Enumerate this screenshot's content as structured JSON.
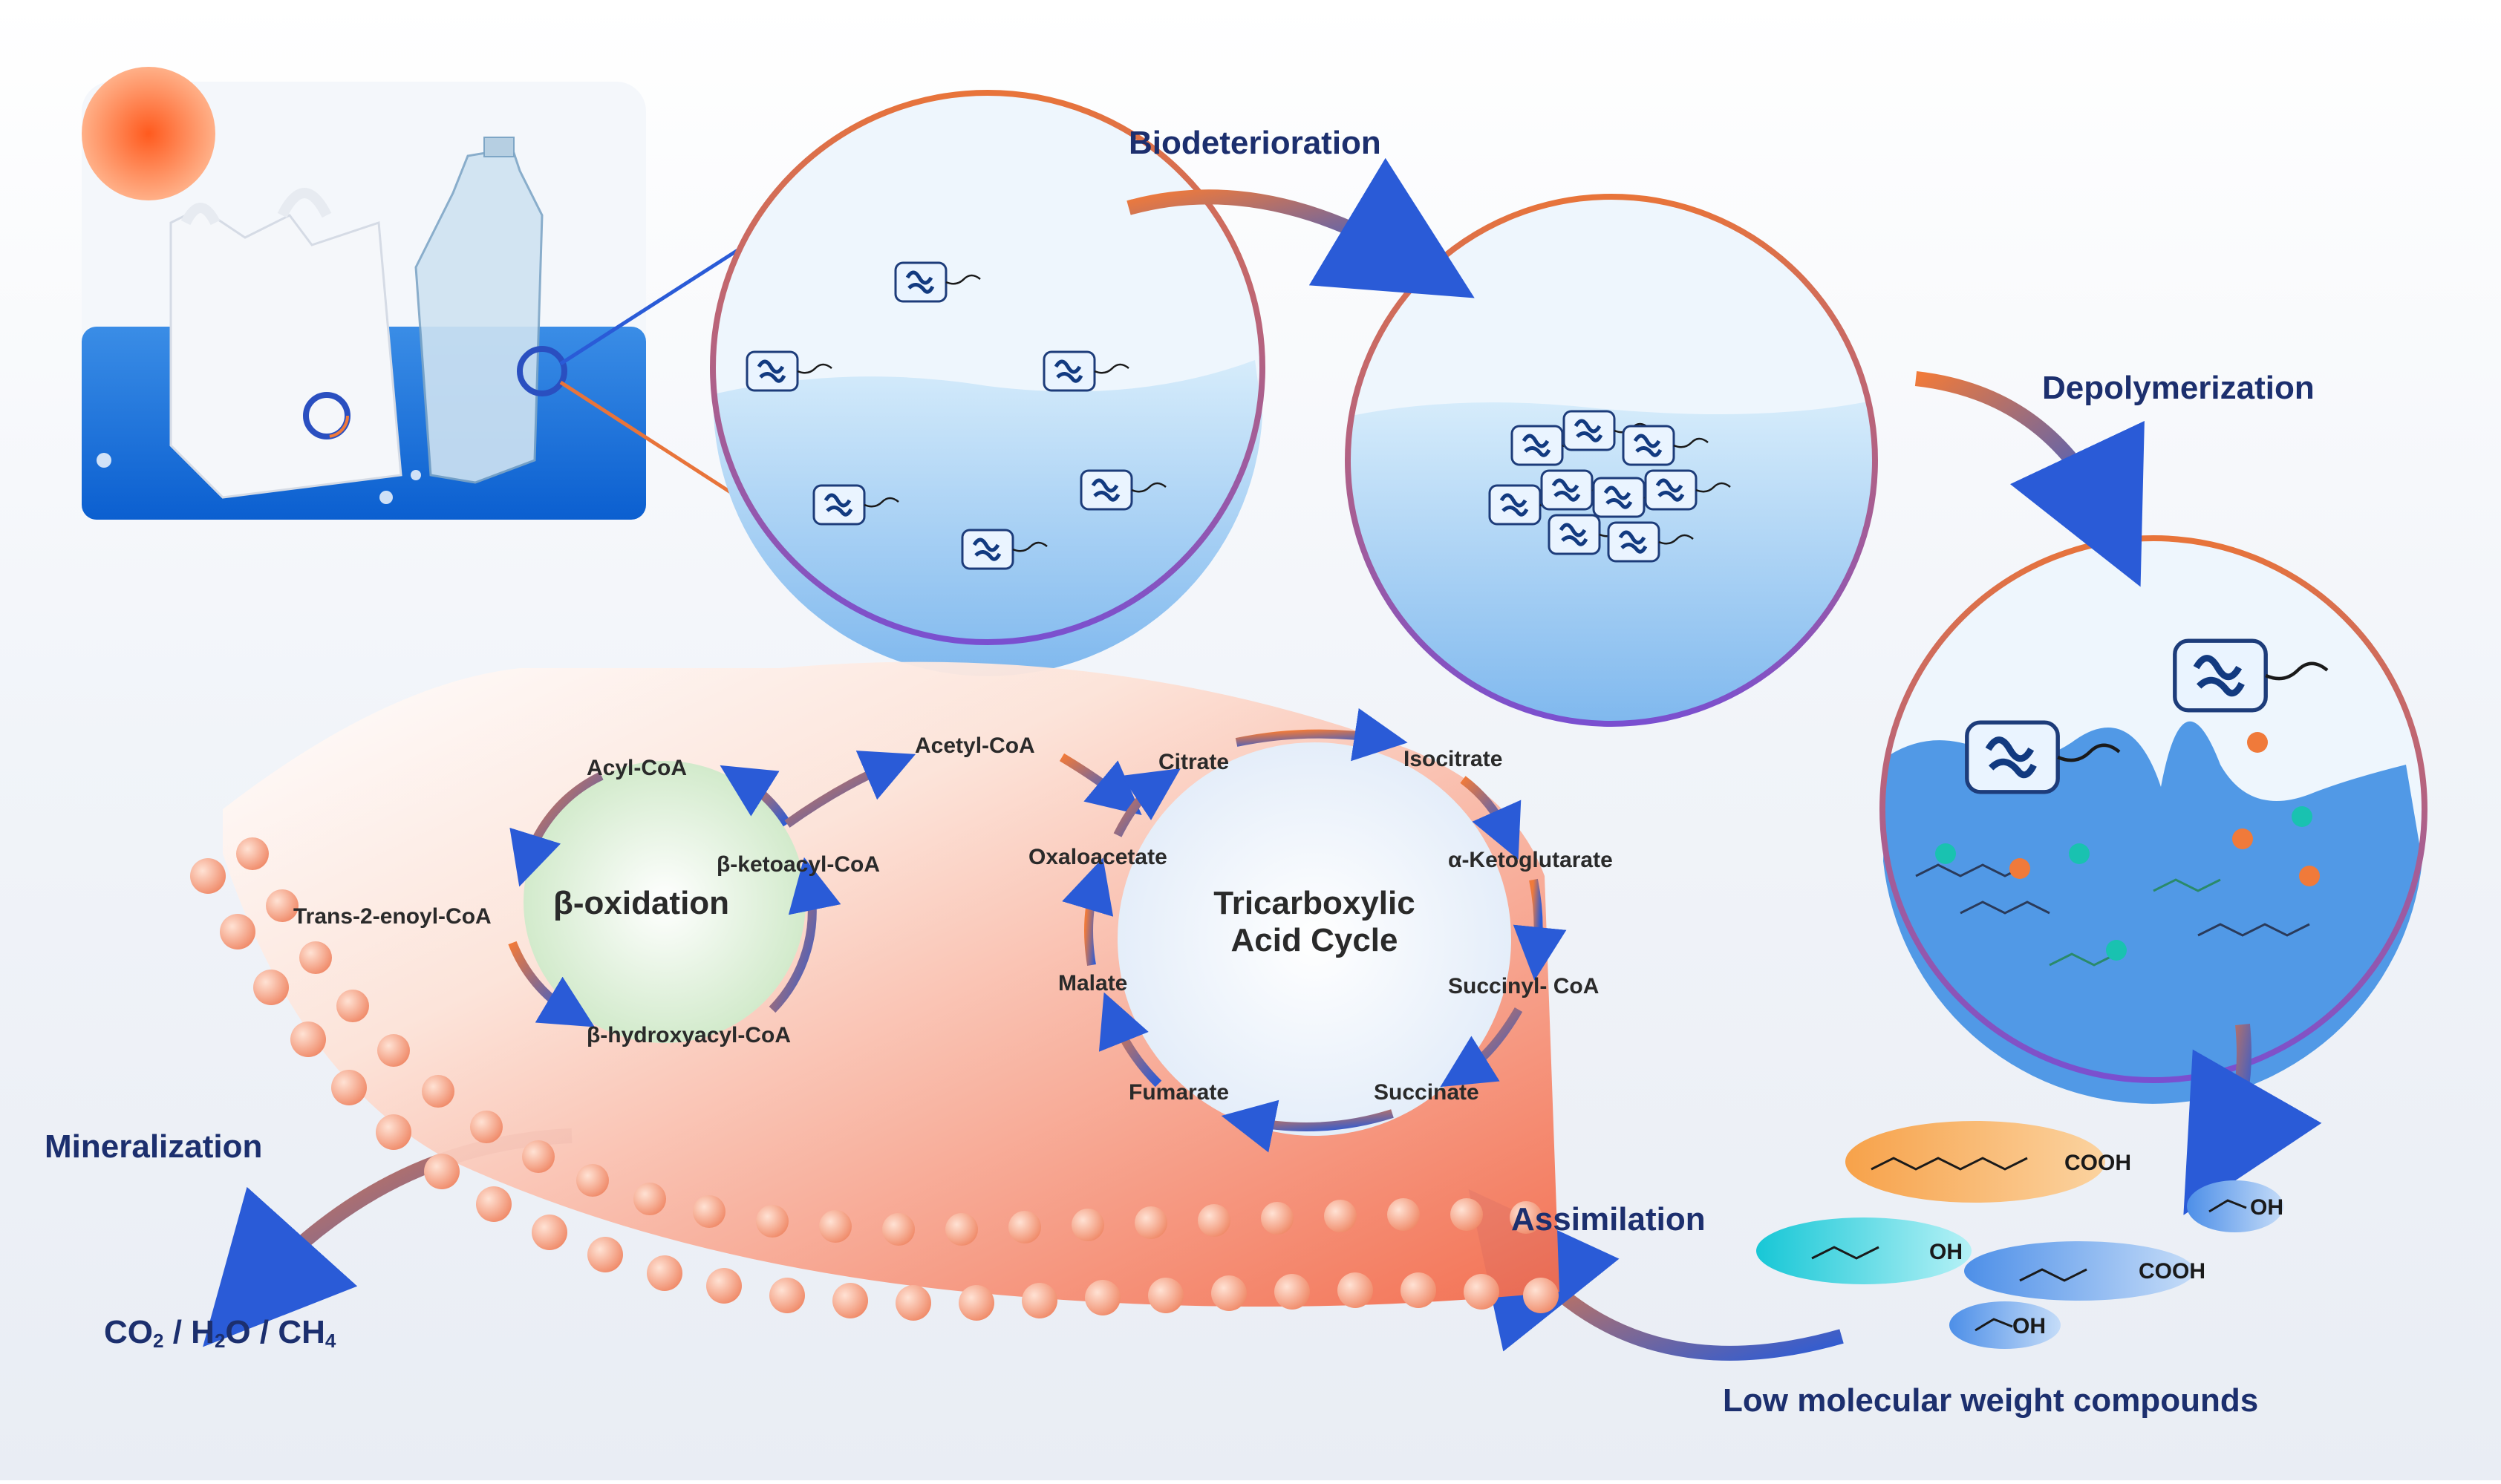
{
  "stages": {
    "biodeterioration": "Biodeterioration",
    "depolymerization": "Depolymerization",
    "assimilation": "Assimilation",
    "mineralization": "Mineralization",
    "low_mw": "Low molecular weight compounds"
  },
  "products": {
    "co2": "CO",
    "co2_sub": "2",
    "sep1": " / ",
    "h2o_h": "H",
    "h2o_sub": "2",
    "h2o_o": "O",
    "sep2": " / ",
    "ch4": "CH",
    "ch4_sub": "4"
  },
  "beta_oxidation": {
    "title": "β-oxidation",
    "acyl_coa": "Acyl-CoA",
    "trans_enoyl": "Trans-2-enoyl-CoA",
    "hydroxyacyl": "β-hydroxyacyl-CoA",
    "ketoacyl": "β-ketoacyl-CoA",
    "acetyl_coa": "Acetyl-CoA"
  },
  "tca": {
    "title_line1": "Tricarboxylic",
    "title_line2": "Acid Cycle",
    "citrate": "Citrate",
    "isocitrate": "Isocitrate",
    "ketoglutarate": "α-Ketoglutarate",
    "succinyl_coa": "Succinyl- CoA",
    "succinate": "Succinate",
    "fumarate": "Fumarate",
    "malate": "Malate",
    "oxaloacetate": "Oxaloacetate"
  },
  "compounds": {
    "cooh_long": "COOH",
    "oh_small": "OH",
    "oh_mid": "OH",
    "cooh_mid": "COOH",
    "oh_bottom": "OH"
  },
  "colors": {
    "stage_text": "#1c2f6e",
    "arrow_blue": "#2a5bd7",
    "arrow_orange": "#f07a3a",
    "membrane": "#f4a58a",
    "ring_orange": "#e8743a",
    "ring_purple": "#7a4fd0"
  }
}
